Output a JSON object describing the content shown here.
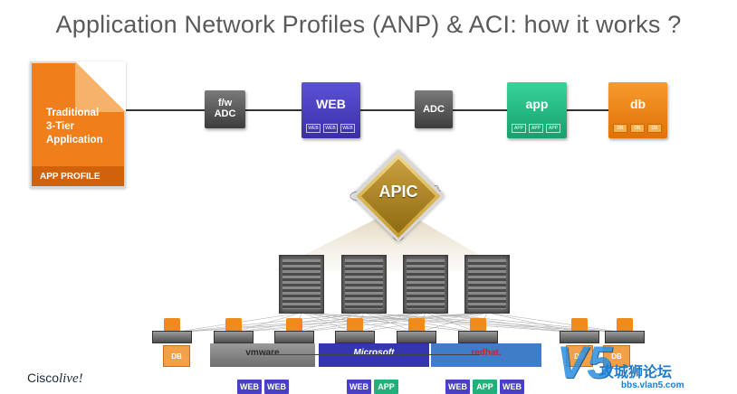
{
  "title": "Application Network Profiles (ANP) & ACI: how it works ?",
  "app_profile": {
    "lines": [
      "Traditional",
      "3-Tier",
      "Application"
    ],
    "footer": "APP PROFILE"
  },
  "chain": {
    "fw_line1": "f/w",
    "fw_line2": "ADC",
    "web": "WEB",
    "adc": "ADC",
    "app": "app",
    "db": "db",
    "web_chips": [
      "WEB",
      "WEB",
      "WEB"
    ],
    "app_chips": [
      "APP",
      "APP",
      "APP"
    ],
    "db_chips": [
      "DB",
      "DB",
      "DB"
    ]
  },
  "controller": {
    "label": "APIC"
  },
  "hypervisors": {
    "vmware": "vmware",
    "microsoft": "Microsoft",
    "redhat": "redhat."
  },
  "edge_boxes": {
    "left": "DB",
    "right_a": "DB",
    "right_b": "DB"
  },
  "vms": {
    "vmware": [
      "WEB",
      "WEB"
    ],
    "microsoft": [
      "WEB",
      "APP"
    ],
    "redhat": [
      "WEB",
      "APP",
      "WEB"
    ]
  },
  "branding": {
    "cisco": "Cisco",
    "live": "live!"
  },
  "watermark": {
    "text": "攻城狮论坛",
    "url": "bbs.vlan5.com",
    "logo": "V5"
  },
  "colors": {
    "app_orange": "#f07e1a",
    "web_purple": "#4a40c8",
    "app_green": "#22b07a",
    "apic_gold": "#c49a2c"
  }
}
